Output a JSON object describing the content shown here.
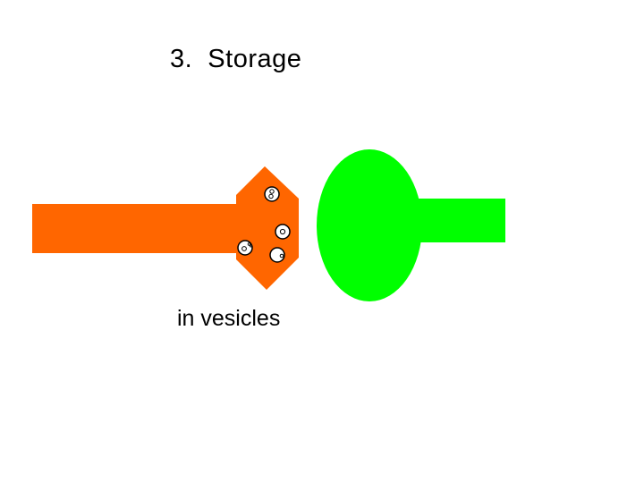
{
  "slide": {
    "title": "3.  Storage",
    "caption": "in vesicles"
  },
  "colors": {
    "presynaptic": "#ff6600",
    "postsynaptic": "#00ff00",
    "vesicle_fill": "#ffffff",
    "vesicle_stroke": "#000000",
    "background": "#ffffff",
    "text": "#000000"
  },
  "diagram": {
    "presynaptic_neuron": "presynaptic axon terminal",
    "postsynaptic_neuron": "postsynaptic dendrite",
    "vesicle_count": 4
  }
}
